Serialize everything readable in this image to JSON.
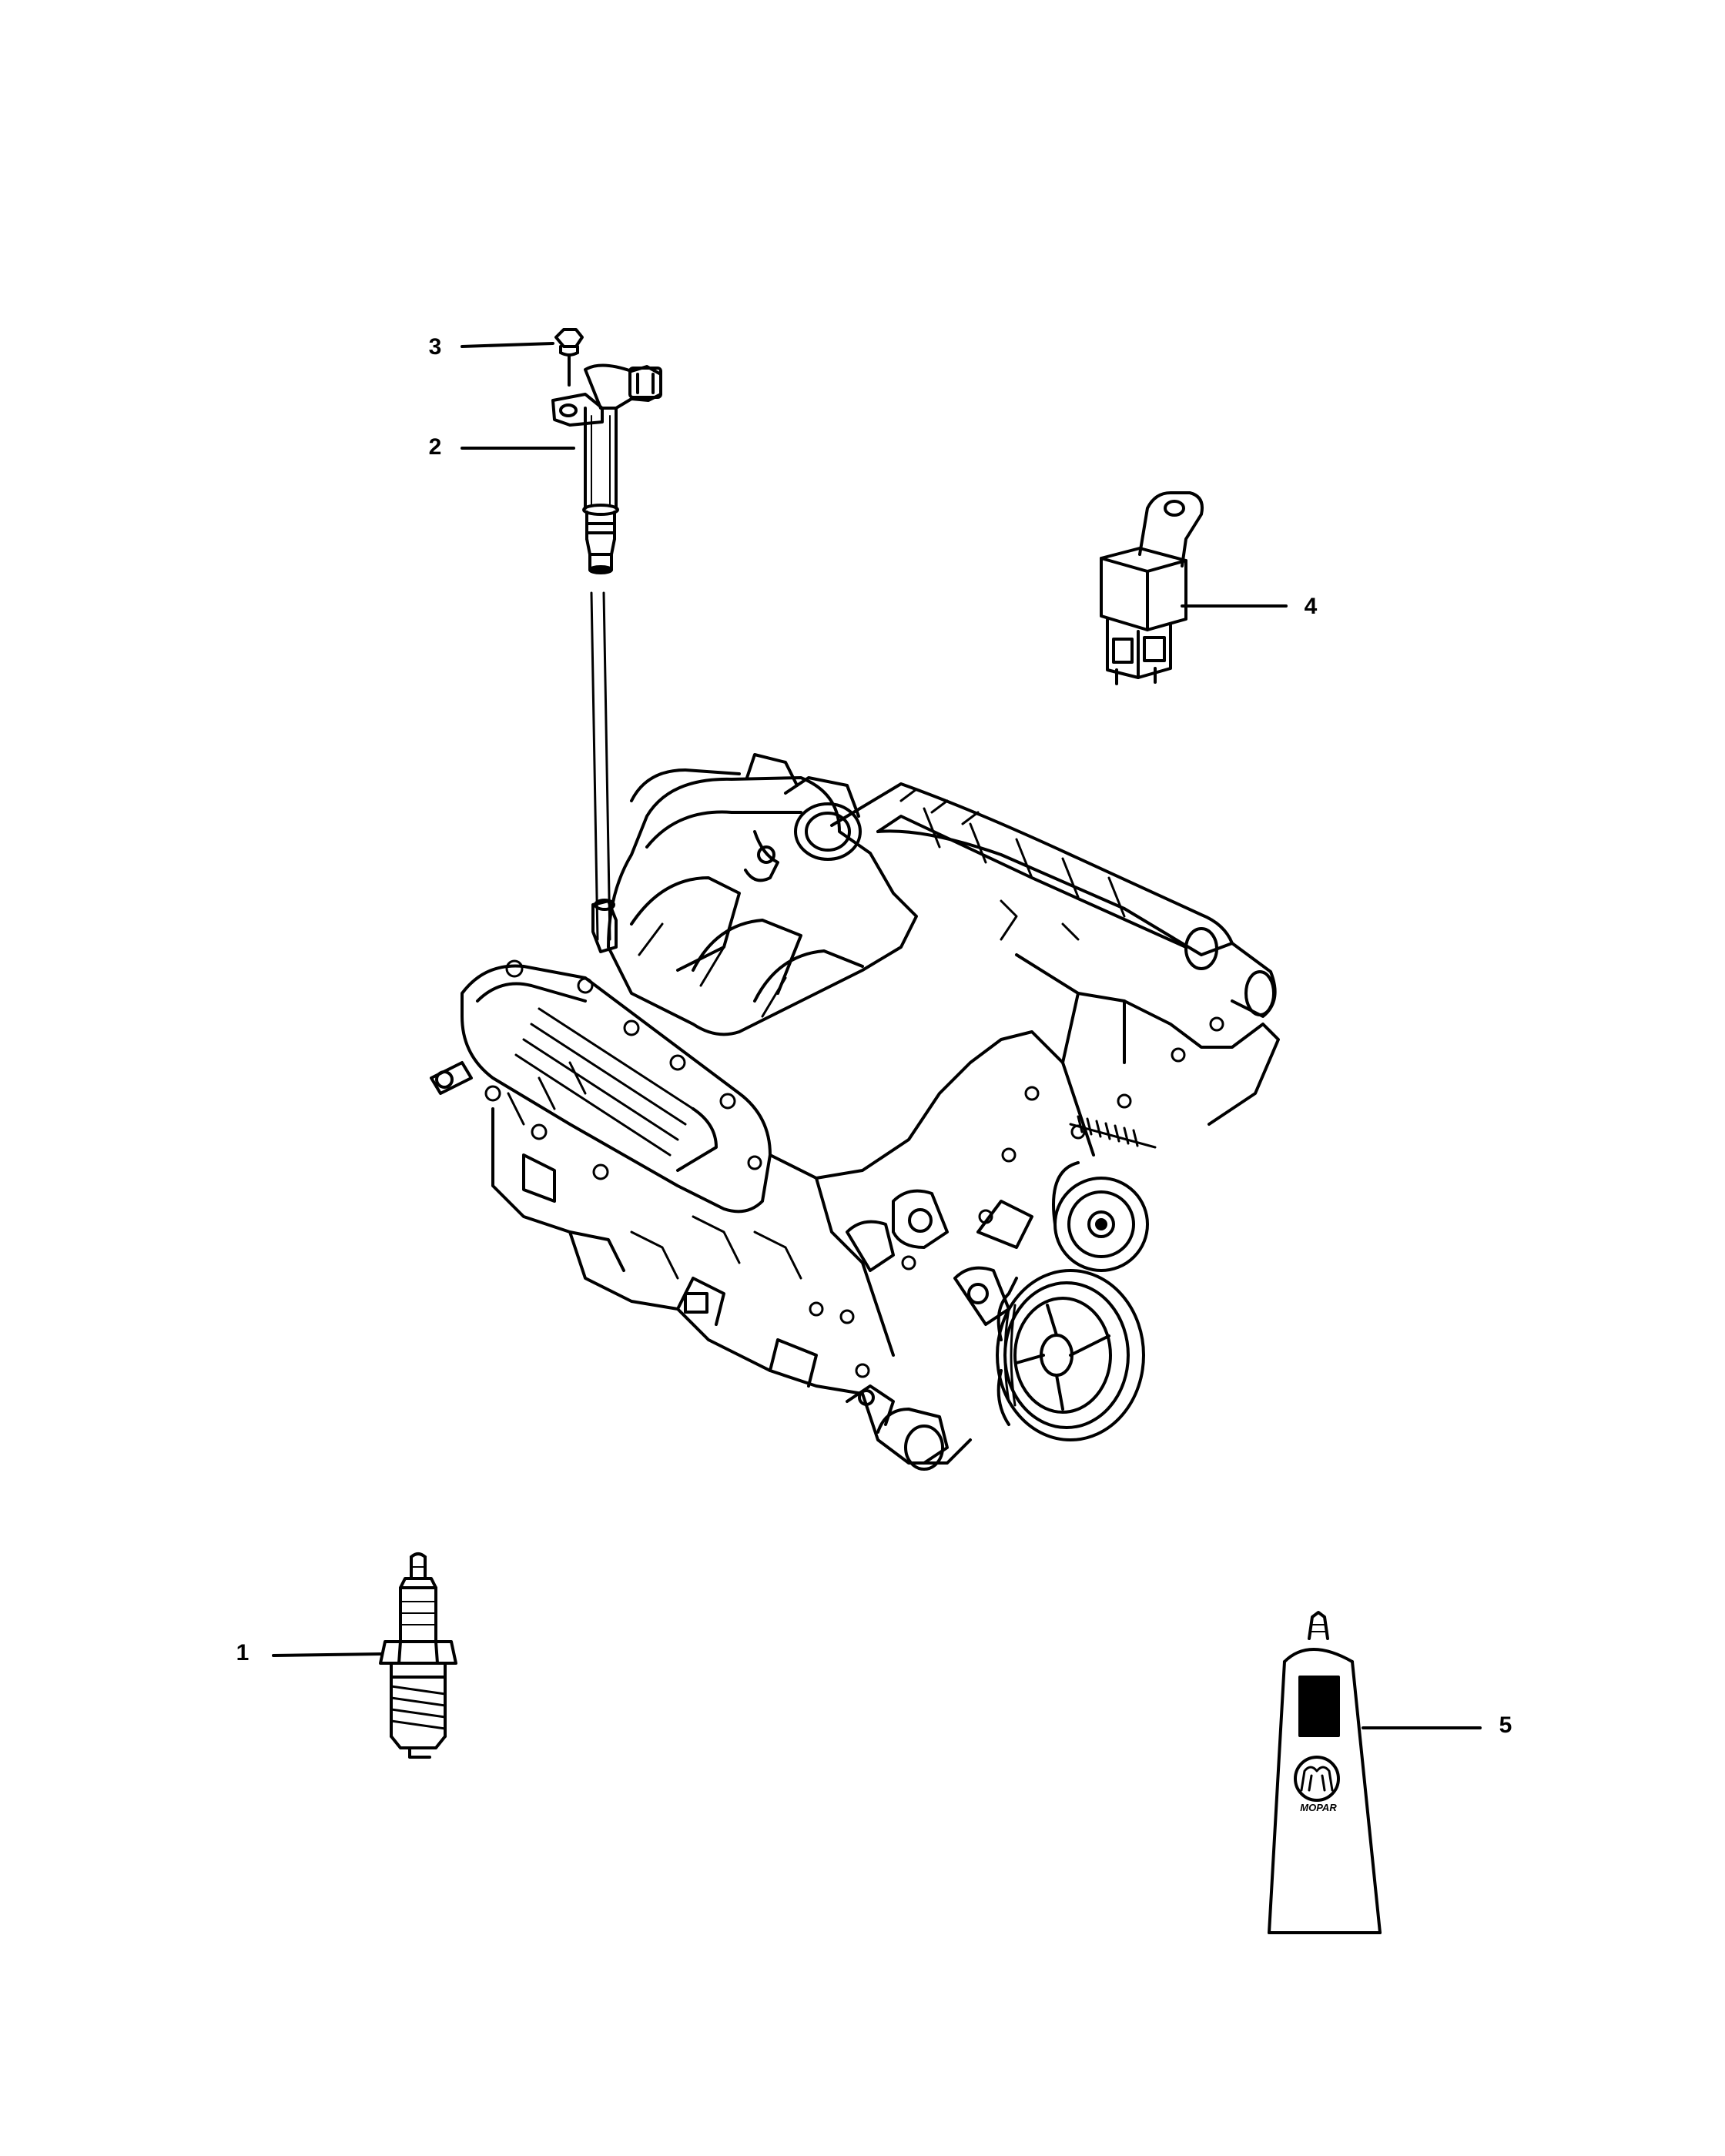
{
  "diagram": {
    "callouts": [
      {
        "label": "1",
        "part": "spark-plug"
      },
      {
        "label": "2",
        "part": "ignition-coil"
      },
      {
        "label": "3",
        "part": "coil-nut"
      },
      {
        "label": "4",
        "part": "relay"
      },
      {
        "label": "5",
        "part": "lubricant-tube"
      }
    ],
    "tube_logo": "MOPAR"
  },
  "colors": {
    "line": "#000000",
    "background": "#ffffff"
  }
}
